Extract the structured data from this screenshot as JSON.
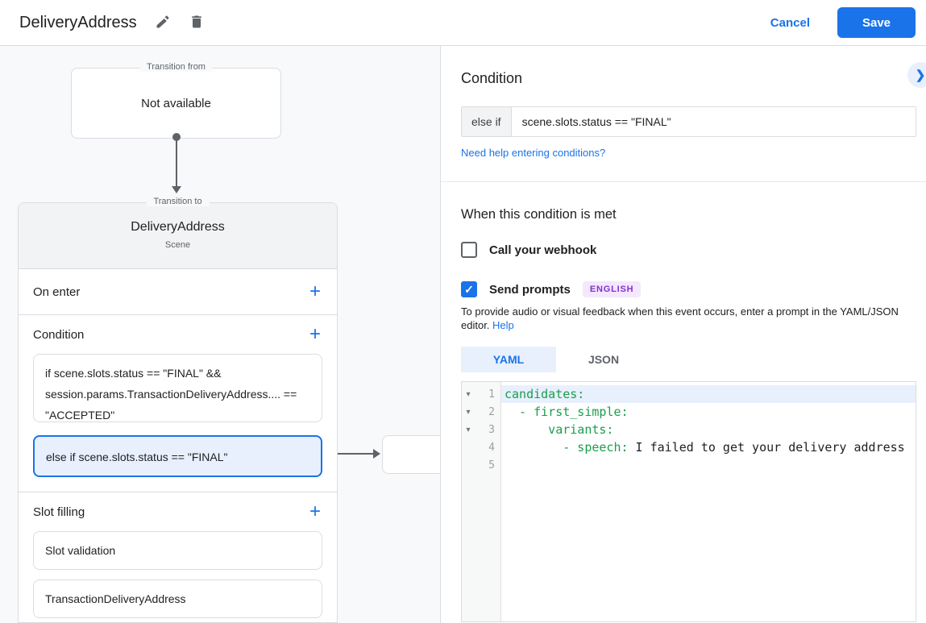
{
  "header": {
    "title": "DeliveryAddress",
    "cancel_label": "Cancel",
    "save_label": "Save"
  },
  "diagram": {
    "from_box": {
      "legend": "Transition from",
      "text": "Not available"
    },
    "to_card": {
      "legend": "Transition to",
      "title": "DeliveryAddress",
      "subtitle": "Scene",
      "sections": [
        {
          "label": "On enter",
          "boxes": []
        },
        {
          "label": "Condition",
          "boxes": [
            {
              "text": "if scene.slots.status == \"FINAL\" && session.params.TransactionDeliveryAddress.... == \"ACCEPTED\"",
              "selected": false
            },
            {
              "text": "else if scene.slots.status == \"FINAL\"",
              "selected": true
            }
          ]
        },
        {
          "label": "Slot filling",
          "boxes": [
            {
              "text": "Slot validation",
              "selected": false
            },
            {
              "text": "TransactionDeliveryAddress",
              "selected": false
            }
          ]
        }
      ]
    }
  },
  "panel": {
    "condition_heading": "Condition",
    "condition_row": {
      "prefix": "else if",
      "value": "scene.slots.status == \"FINAL\""
    },
    "help_conditions_link": "Need help entering conditions?",
    "when_met_heading": "When this condition is met",
    "webhook_checkbox": {
      "label": "Call your webhook",
      "checked": false
    },
    "prompts_checkbox": {
      "label": "Send prompts",
      "checked": true,
      "badge": "ENGLISH"
    },
    "prompt_note": {
      "text": "To provide audio or visual feedback when this event occurs, enter a prompt in the YAML/JSON editor.",
      "link": "Help"
    },
    "tabs": [
      {
        "label": "YAML",
        "selected": true
      },
      {
        "label": "JSON",
        "selected": false
      }
    ],
    "editor": {
      "lines": [
        {
          "number": "1",
          "foldable": true,
          "active": true,
          "segments": [
            {
              "text": "candidates:",
              "type": "key"
            }
          ]
        },
        {
          "number": "2",
          "foldable": true,
          "active": false,
          "segments": [
            {
              "text": "  - first_simple:",
              "type": "key"
            }
          ]
        },
        {
          "number": "3",
          "foldable": true,
          "active": false,
          "segments": [
            {
              "text": "      variants:",
              "type": "key"
            }
          ]
        },
        {
          "number": "4",
          "foldable": false,
          "active": false,
          "segments": [
            {
              "text": "        - speech:",
              "type": "key"
            },
            {
              "text": " I failed to get your delivery address",
              "type": "plain"
            }
          ]
        },
        {
          "number": "5",
          "foldable": false,
          "active": false,
          "segments": []
        }
      ]
    }
  },
  "colors": {
    "accent_blue": "#1a73e8",
    "selected_condition_bg": "#e8f0fe",
    "yaml_key_green": "#1a9e4b",
    "badge_text_purple": "#8430ce",
    "badge_bg_purple": "#f3e8fd",
    "border_gray": "#dadce0",
    "canvas_gray": "#f8f9fa",
    "card_header_gray": "#f1f3f4"
  }
}
